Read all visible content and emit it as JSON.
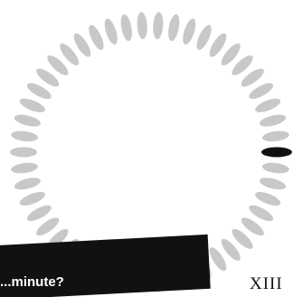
{
  "dial": {
    "mark_count": 50,
    "highlighted_mark_index": 0,
    "mark_color": "#c8c8c8",
    "highlight_color": "#111111"
  },
  "banner": {
    "question": "...minute?",
    "background": "#111111",
    "text_color": "#ffffff"
  },
  "chapter": {
    "label": "XIII"
  }
}
